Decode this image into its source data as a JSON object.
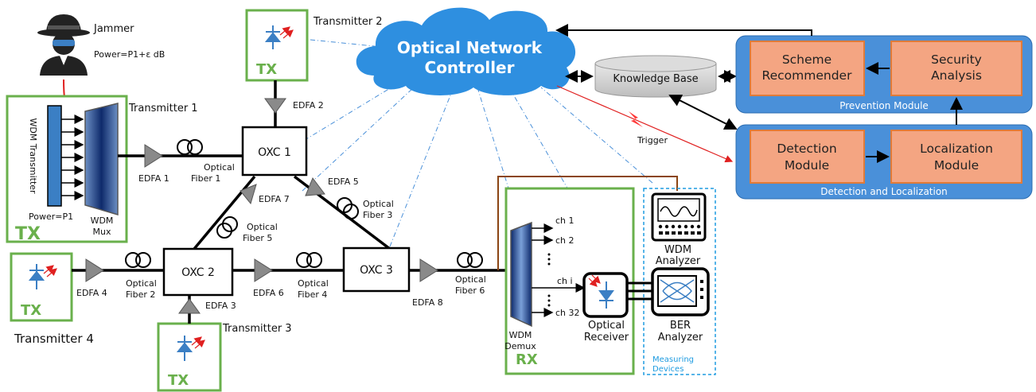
{
  "jammer": {
    "label": "Jammer",
    "power": "Power=P1+ε dB"
  },
  "transmitters": {
    "t1": {
      "label": "Transmitter 1",
      "wdm": "WDM Transmitter",
      "power": "Power=P1",
      "mux": [
        "WDM",
        "Mux"
      ],
      "tag": "TX"
    },
    "t2": {
      "label": "Transmitter 2",
      "tag": "TX"
    },
    "t3": {
      "label": "Transmitter 3",
      "tag": "TX"
    },
    "t4": {
      "label": "Transmitter 4",
      "tag": "TX"
    }
  },
  "amplifiers": {
    "e1": "EDFA 1",
    "e2": "EDFA 2",
    "e3": "EDFA 3",
    "e4": "EDFA 4",
    "e5": "EDFA 5",
    "e6": "EDFA 6",
    "e7": "EDFA 7",
    "e8": "EDFA 8"
  },
  "fibers": {
    "f1": [
      "Optical",
      "Fiber 1"
    ],
    "f2": [
      "Optical",
      "Fiber 2"
    ],
    "f3": [
      "Optical",
      "Fiber 3"
    ],
    "f4": [
      "Optical",
      "Fiber 4"
    ],
    "f5": [
      "Optical",
      "Fiber 5"
    ],
    "f6": [
      "Optical",
      "Fiber 6"
    ]
  },
  "oxc": {
    "o1": "OXC 1",
    "o2": "OXC 2",
    "o3": "OXC 3"
  },
  "controller": {
    "line1": "Optical Network",
    "line2": "Controller"
  },
  "knowledge_base": "Knowledge Base",
  "prevention": {
    "caption": "Prevention Module",
    "scheme": [
      "Scheme",
      "Recommender"
    ],
    "security": [
      "Security",
      "Analysis"
    ]
  },
  "detection": {
    "caption": "Detection and Localization",
    "det": [
      "Detection",
      "Module"
    ],
    "loc": [
      "Localization",
      "Module"
    ]
  },
  "trigger": "Trigger",
  "receiver": {
    "channels": [
      "ch 1",
      "ch 2",
      "ch i",
      "ch 32"
    ],
    "demux": [
      "WDM",
      "Demux"
    ],
    "rx_tag": "RX",
    "optical_receiver": [
      "Optical",
      "Receiver"
    ]
  },
  "measuring": {
    "wdm_analyzer": [
      "WDM",
      "Analyzer"
    ],
    "ber_analyzer": [
      "BER",
      "Analyzer"
    ],
    "caption": [
      "Measuring",
      "Devices"
    ]
  },
  "colors": {
    "green": "#6ab04c",
    "cloud": "#2e8fe0",
    "module_bg": "#4a90d9",
    "module_box": "#f4a582",
    "module_border": "#e07b39",
    "red": "#e02020",
    "blue_comp": "#3b7fc4"
  }
}
